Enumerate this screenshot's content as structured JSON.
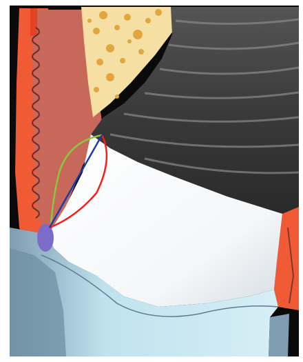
{
  "figure": {
    "kind": "dental cross-section illustration",
    "colors": {
      "background": "#0a0a0a",
      "frame_border": "#ffffff",
      "gingiva_outer": "#f05a35",
      "gingiva_inner": "#c8685a",
      "gingiva_edge": "#7a3a33",
      "bone": "#f6dfa2",
      "bone_pores": "#e0a640",
      "implant_dark": "#3c3c3c",
      "implant_light": "#8a8a8a",
      "crown_white": "#ffffff",
      "crown_shadow": "#d8dde2",
      "root_blue": "#bfe2ee",
      "root_gray_blue": "#6f8fa3",
      "contour_red": "#ff1a1a",
      "contour_green": "#8cc63f",
      "contour_blue": "#1a3caa",
      "contact_purple": "#7a6cc8"
    },
    "profile_lines": [
      {
        "name": "red-contour",
        "color": "#ff1a1a"
      },
      {
        "name": "green-contour",
        "color": "#8cc63f"
      },
      {
        "name": "blue-contour",
        "color": "#1a3caa"
      }
    ]
  }
}
